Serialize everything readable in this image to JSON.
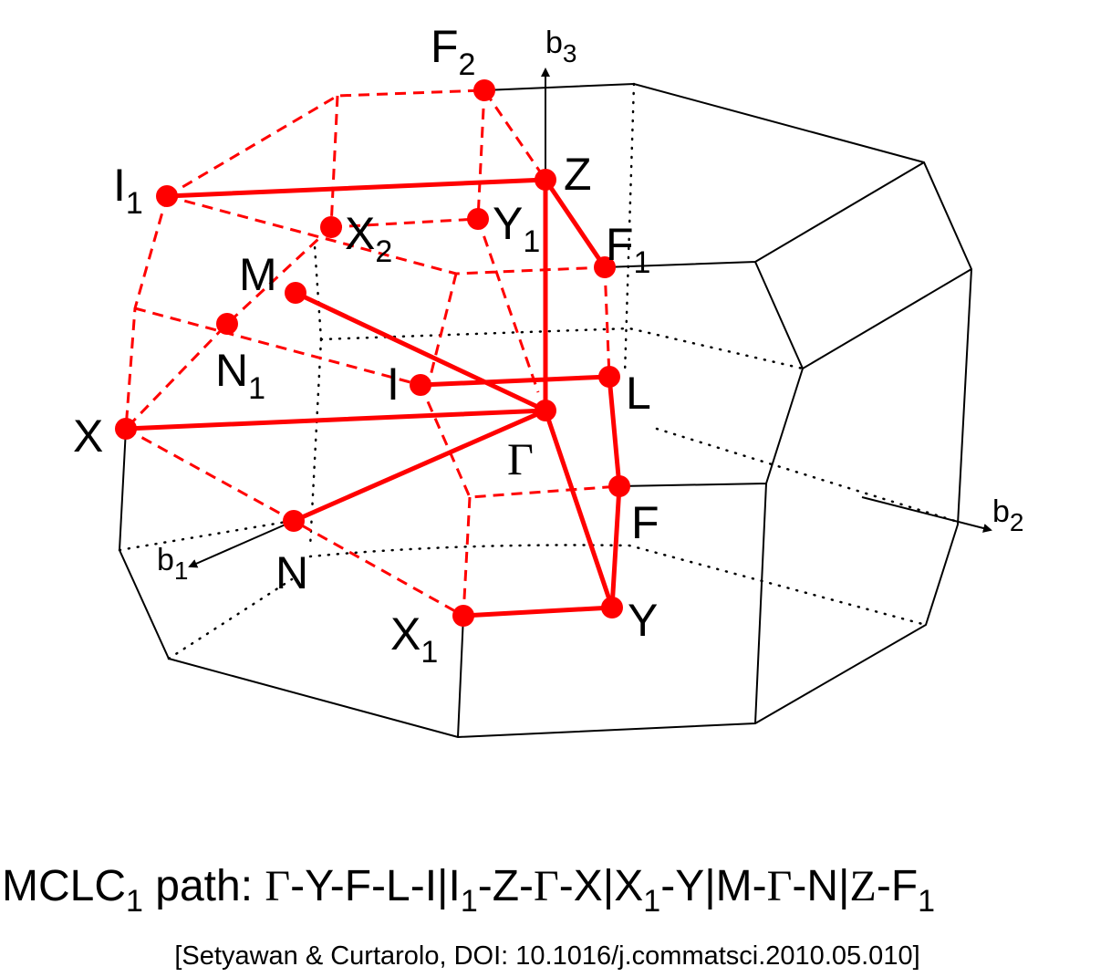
{
  "colors": {
    "path": "#ff0000",
    "edges": "#000000"
  },
  "points": [
    {
      "name": "F",
      "sub": "2"
    },
    {
      "name": "Z",
      "sub": ""
    },
    {
      "name": "I",
      "sub": "1"
    },
    {
      "name": "X",
      "sub": "2"
    },
    {
      "name": "Y",
      "sub": "1"
    },
    {
      "name": "F",
      "sub": "1"
    },
    {
      "name": "M",
      "sub": ""
    },
    {
      "name": "N",
      "sub": "1"
    },
    {
      "name": "I",
      "sub": ""
    },
    {
      "name": "L",
      "sub": ""
    },
    {
      "name": "Γ",
      "sub": ""
    },
    {
      "name": "X",
      "sub": ""
    },
    {
      "name": "F",
      "sub": ""
    },
    {
      "name": "N",
      "sub": ""
    },
    {
      "name": "X",
      "sub": "1"
    },
    {
      "name": "Y",
      "sub": ""
    }
  ],
  "axes": [
    {
      "name": "b",
      "sub": "1"
    },
    {
      "name": "b",
      "sub": "2"
    },
    {
      "name": "b",
      "sub": "3"
    }
  ],
  "title": {
    "lattice": "MCLC",
    "lattice_sub": "1",
    "path_label": " path: ",
    "path": [
      {
        "t": "Γ",
        "g": true
      },
      {
        "t": "-Y-F-L-I|I"
      },
      {
        "t": "1",
        "s": true
      },
      {
        "t": "-Z-"
      },
      {
        "t": "Γ",
        "g": true
      },
      {
        "t": "-X|X"
      },
      {
        "t": "1",
        "s": true
      },
      {
        "t": "-Y|M-"
      },
      {
        "t": "Γ",
        "g": true
      },
      {
        "t": "-N|"
      },
      {
        "t": "Z",
        "g": true
      },
      {
        "t": "-F"
      },
      {
        "t": "1",
        "s": true
      }
    ]
  },
  "citation": "[Setyawan & Curtarolo, DOI: 10.1016/j.commatsci.2010.05.010]"
}
